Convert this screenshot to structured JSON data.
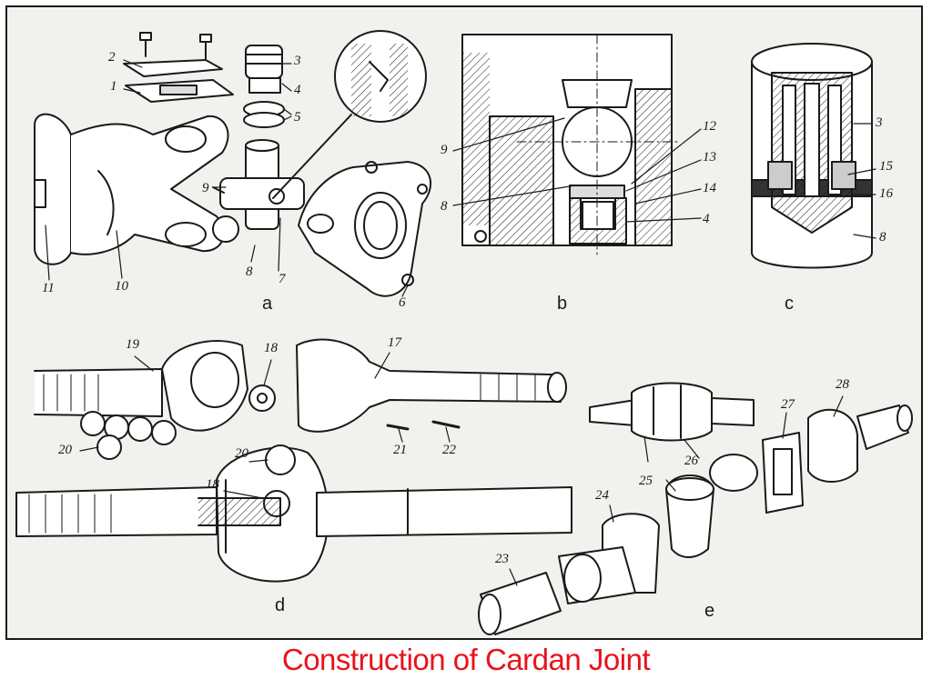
{
  "caption": "Construction of Cardan Joint",
  "colors": {
    "caption": "#e8141b",
    "ink": "#1a1a1a",
    "paper": "#f1f1ee"
  },
  "panels": {
    "a": "a",
    "b": "b",
    "c": "c",
    "d": "d",
    "e": "e"
  },
  "labels": {
    "a": [
      "1",
      "2",
      "3",
      "4",
      "5",
      "6",
      "7",
      "8",
      "9",
      "10",
      "11"
    ],
    "b": [
      "9",
      "8",
      "12",
      "13",
      "14",
      "4"
    ],
    "c": [
      "3",
      "15",
      "16",
      "8"
    ],
    "d": [
      "19",
      "18",
      "17",
      "20",
      "21",
      "22",
      "20",
      "18"
    ],
    "e": [
      "28",
      "27",
      "26",
      "25",
      "24",
      "23"
    ]
  }
}
